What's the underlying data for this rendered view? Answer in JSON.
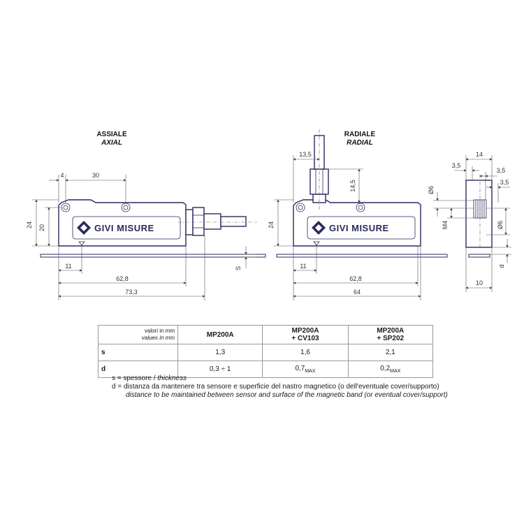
{
  "views": {
    "axial": {
      "title": "ASSIALE",
      "subtitle": "AXIAL"
    },
    "radial": {
      "title": "RADIALE",
      "subtitle": "RADIAL"
    }
  },
  "logo_text": "GIVI MISURE",
  "dimensions": {
    "axial": {
      "d4": "4",
      "d30": "30",
      "d24": "24",
      "d20": "20",
      "d11": "11",
      "d62_8": "62,8",
      "d73_3": "73,3",
      "s": "S"
    },
    "radial": {
      "d13_5": "13,5",
      "d14_5": "14,5",
      "d24": "24",
      "d11": "11",
      "d62_8": "62,8",
      "d64": "64"
    },
    "side": {
      "d14": "14",
      "d3_5a": "3,5",
      "d3_5b": "3,5",
      "d3_5c": "3,5",
      "phi6a": "Ø6",
      "m4": "M4",
      "phi6b": "Ø6",
      "d": "d",
      "d10": "10"
    }
  },
  "table": {
    "units_it": "valori in mm",
    "units_en": "values in mm",
    "columns": [
      "MP200A",
      "MP200A\n+ CV103",
      "MP200A\n+ SP202"
    ],
    "rows": [
      {
        "label": "s",
        "values": [
          "1,3",
          "1,6",
          "2,1"
        ]
      },
      {
        "label": "d",
        "values": [
          "0,3 ÷ 1",
          "0,7",
          "0,2"
        ],
        "subs": [
          "",
          "MAX",
          "MAX"
        ]
      }
    ]
  },
  "legend": {
    "s_it": "s = spessore / ",
    "s_en": "thickness",
    "d_it": "d = distanza da mantenere tra sensore e superficie del nastro magnetico (o dell'eventuale cover/supporto)",
    "d_en": "distance to be maintained between sensor and surface of the magnetic band (or eventual cover/support)"
  }
}
